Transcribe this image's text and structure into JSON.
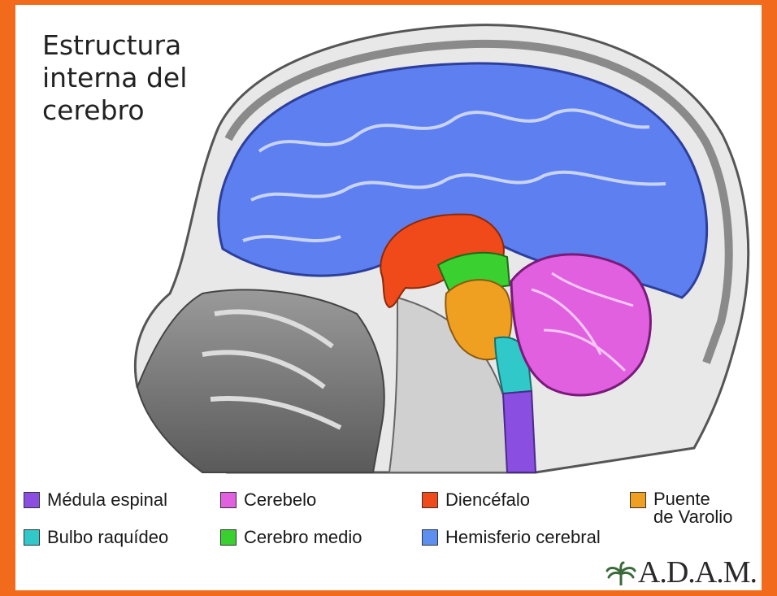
{
  "title": "Estructura\ninterna del\ncerebro",
  "legend": [
    {
      "label": "Médula espinal",
      "color": "#8a4fe0"
    },
    {
      "label": "Cerebelo",
      "color": "#e060e0"
    },
    {
      "label": "Diencéfalo",
      "color": "#f04a1a"
    },
    {
      "label": "Puente\nde Varolio",
      "color": "#f0a020"
    },
    {
      "label": "Bulbo raquídeo",
      "color": "#30c8c8"
    },
    {
      "label": "Cerebro medio",
      "color": "#3ad030"
    },
    {
      "label": "Hemisferio cerebral",
      "color": "#5d8ff0"
    }
  ],
  "logo": "A.D.A.M."
}
